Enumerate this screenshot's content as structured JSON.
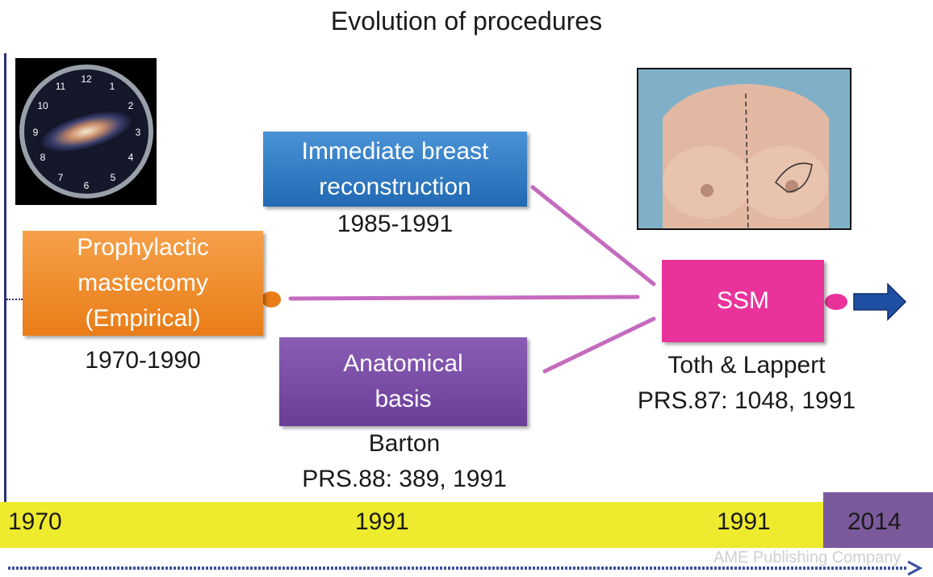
{
  "title": "Evolution of procedures",
  "boxes": {
    "prophylactic": {
      "line1": "Prophylactic",
      "line2": "mastectomy",
      "line3": "(Empirical)",
      "caption": "1970-1990"
    },
    "immediate": {
      "line1": "Immediate breast",
      "line2": "reconstruction",
      "caption": "1985-1991"
    },
    "anatomical": {
      "line1": "Anatomical",
      "line2": "basis",
      "caption_line1": "Barton",
      "caption_line2": "PRS.88: 389, 1991"
    },
    "ssm": {
      "label": "SSM",
      "caption_line1": "Toth & Lappert",
      "caption_line2": "PRS.87: 1048, 1991"
    }
  },
  "timeline": {
    "ticks": [
      "1970",
      "1991",
      "1991",
      "2014"
    ]
  },
  "colors": {
    "orange": "#e97d17",
    "blue": "#2169b3",
    "purple": "#6a3e97",
    "pink": "#e9339b",
    "connector": "#c56bbf",
    "timeline": "#eeeb2e",
    "timeline_end": "#7b5a9b",
    "arrow": "#1f4fa3"
  },
  "watermark": "AME Publishing Company"
}
